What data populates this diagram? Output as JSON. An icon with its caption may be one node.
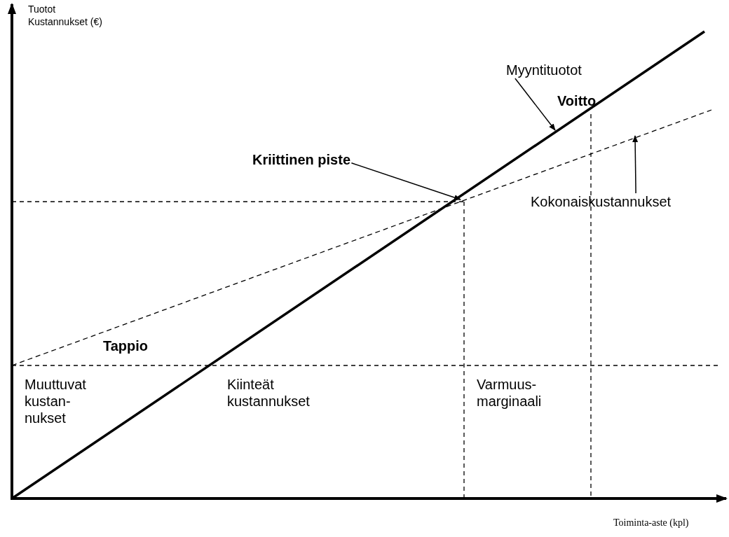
{
  "diagram": {
    "nodes": [
      {
        "text": [
          "Myyntituotot"
        ]
      },
      {
        "text": [
          "Kriittinen piste"
        ]
      },
      {
        "text": [
          "Kokonaiskustannukset"
        ]
      }
    ],
    "edges": [
      {
        "from": 0,
        "to": null,
        "arrow": "to"
      },
      {
        "from": 1,
        "to": null,
        "arrow": "to"
      },
      {
        "from": 2,
        "to": null,
        "arrow": "to"
      }
    ],
    "labels": [
      "Tuotot Kustannukset (€)",
      "Voitto",
      "Tappio",
      "Muuttuvat kustan- nukset",
      "Kiinteät kustannukset",
      "Varmuus- marginaali",
      "Toiminta-aste (kpl)"
    ]
  }
}
